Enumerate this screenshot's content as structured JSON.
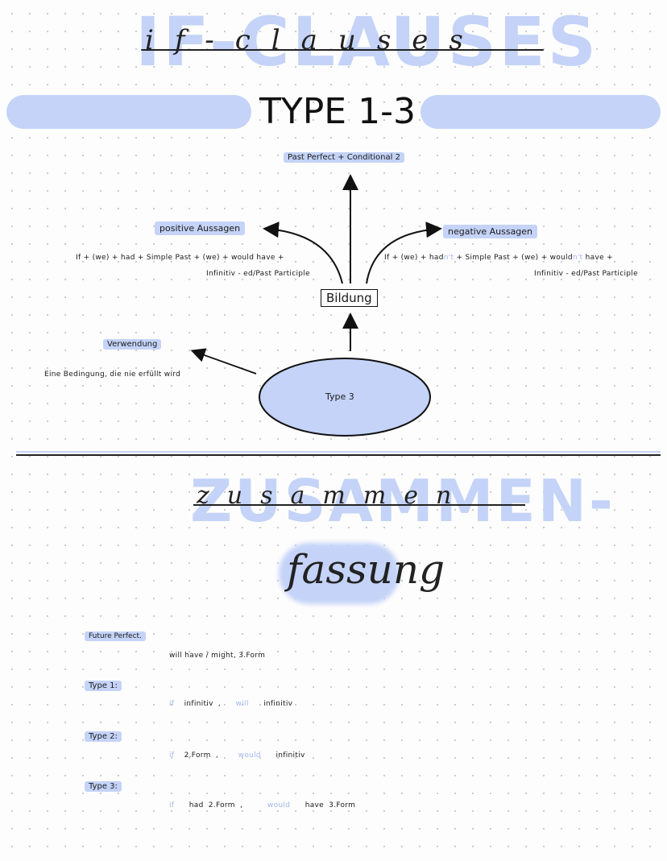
{
  "header": {
    "title_big": "IF-CLAUSES",
    "title_script": "if-clauses",
    "subtitle": "TYPE 1-3"
  },
  "diagram": {
    "top_label": "Past Perfect + Conditional 2",
    "center_box": "Bildung",
    "ellipse_label": "Type 3",
    "positive": {
      "heading": "positive Aussagen",
      "line1": "If + (we) + had + Simple Past + (we) + would have +",
      "line2": "Infinitiv - ed/Past Participle"
    },
    "negative": {
      "heading": "negative Aussagen",
      "line1_a": "If + (we) + had",
      "line1_b": "n't",
      "line1_c": "+ Simple Past + (we) + would",
      "line1_d": "n't",
      "line1_e": "have +",
      "line2": "Infinitiv - ed/Past Participle"
    },
    "usage": {
      "heading": "Verwendung",
      "text": "Eine Bedingung, die nie erfüllt wird"
    },
    "colors": {
      "accent": "#c4d3f7",
      "ink": "#1a1a1a"
    }
  },
  "summary": {
    "title_big": "ZUSAMMEN-",
    "title_script_top": "zusammen",
    "title_script_bottom": "fassung",
    "items": [
      {
        "heading": "Future Perfect.",
        "parts": [
          {
            "t": "will have / might,  3.Form",
            "c": "ink"
          }
        ]
      },
      {
        "heading": "Type 1:",
        "parts": [
          {
            "t": "if",
            "c": "blue"
          },
          {
            "t": "infinitiv ,",
            "c": "ink"
          },
          {
            "t": "will",
            "c": "blue"
          },
          {
            "t": "infinitiv",
            "c": "ink"
          }
        ]
      },
      {
        "heading": "Type 2:",
        "parts": [
          {
            "t": "if",
            "c": "blue"
          },
          {
            "t": "2.Form ,",
            "c": "ink"
          },
          {
            "t": "would",
            "c": "blue"
          },
          {
            "t": "infinitiv",
            "c": "ink"
          }
        ]
      },
      {
        "heading": "Type 3:",
        "parts": [
          {
            "t": "if",
            "c": "blue"
          },
          {
            "t": "had  2.Form ,",
            "c": "ink"
          },
          {
            "t": "would",
            "c": "blue"
          },
          {
            "t": "have  3.Form",
            "c": "ink"
          }
        ]
      }
    ]
  }
}
